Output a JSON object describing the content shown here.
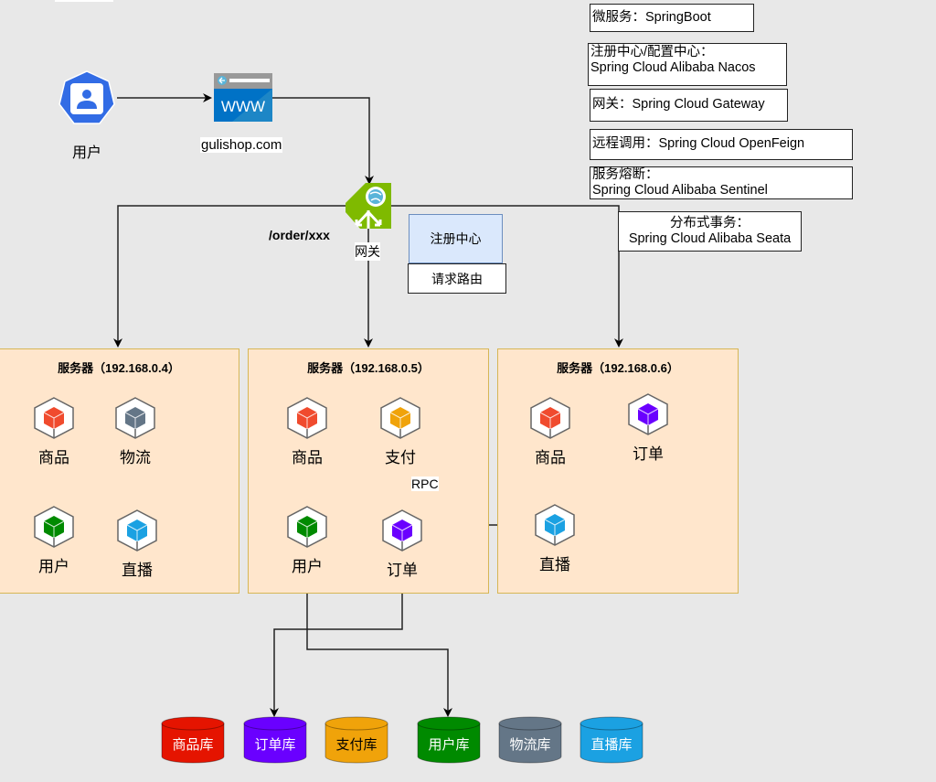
{
  "user": {
    "label": "用户",
    "icon": "user-icon"
  },
  "website": {
    "label": "gulishop.com",
    "icon_text": "WWW"
  },
  "gateway": {
    "label": "网关",
    "route_label": "/order/xxx"
  },
  "registry": {
    "label": "注册中心",
    "route": "请求路由"
  },
  "legend": [
    {
      "line1": "微服务：SpringBoot",
      "line2": ""
    },
    {
      "line1": "注册中心/配置中心：",
      "line2": "Spring Cloud Alibaba Nacos"
    },
    {
      "line1": "网关：Spring Cloud Gateway",
      "line2": ""
    },
    {
      "line1": "远程调用：Spring Cloud OpenFeign",
      "line2": ""
    },
    {
      "line1": "服务熔断：",
      "line2": "Spring Cloud Alibaba Sentinel"
    },
    {
      "line1": "分布式事务：",
      "line2": "Spring Cloud Alibaba Seata"
    }
  ],
  "colors": {
    "product": "#f04b2e",
    "logistics": "#647687",
    "user": "#008a00",
    "live": "#1ba1e2",
    "payment": "#f0a30a",
    "order": "#6a00ff",
    "product_db": "#e51400",
    "order_db": "#6a00ff",
    "payment_db": "#f0a30a",
    "user_db": "#008a00",
    "logistics_db": "#647687",
    "live_db": "#1ba1e2",
    "server_bg": "#ffe6cc",
    "server_border": "#d6b656",
    "registry_bg": "#dae8fc"
  },
  "servers": [
    {
      "title": "服务器（192.168.0.4）",
      "services": [
        "商品",
        "物流",
        "用户",
        "直播"
      ]
    },
    {
      "title": "服务器（192.168.0.5）",
      "services": [
        "商品",
        "支付",
        "用户",
        "订单"
      ]
    },
    {
      "title": "服务器（192.168.0.6）",
      "services": [
        "商品",
        "订单",
        "直播"
      ]
    }
  ],
  "rpc_label": "RPC",
  "databases": [
    "商品库",
    "订单库",
    "支付库",
    "用户库",
    "物流库",
    "直播库"
  ]
}
